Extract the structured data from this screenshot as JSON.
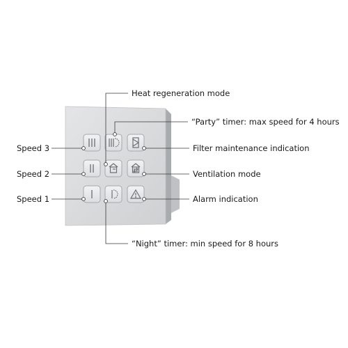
{
  "labels": {
    "heat_regeneration_mode": "Heat regeneration mode",
    "party_timer": "“Party” timer: max speed for 4 hours",
    "filter_maintenance": "Filter maintenance indication",
    "ventilation_mode": "Ventilation mode",
    "alarm_indication": "Alarm indication",
    "night_timer": "“Night” timer: min speed for 8 hours",
    "speed_3": "Speed 3",
    "speed_2": "Speed 2",
    "speed_1": "Speed 1"
  },
  "buttons": {
    "speed_3_glyph": "III",
    "speed_2_glyph": "II",
    "speed_1_glyph": "I"
  },
  "icons": [
    "speed-3-icon",
    "party-timer-icon",
    "filter-icon",
    "speed-2-icon",
    "heat-regeneration-icon",
    "ventilation-icon",
    "speed-1-icon",
    "night-timer-icon",
    "alarm-icon"
  ],
  "colors": {
    "panel": "#d9dadc",
    "button": "#e7e8ea",
    "button_border": "#a6a8ab",
    "leader": "#3a3a3a"
  }
}
